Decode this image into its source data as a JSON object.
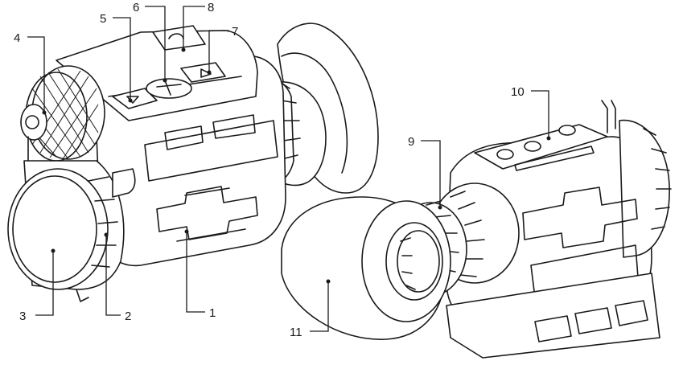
{
  "callouts": [
    {
      "id": "1",
      "text": "1"
    },
    {
      "id": "2",
      "text": "2"
    },
    {
      "id": "3",
      "text": "3"
    },
    {
      "id": "4",
      "text": "4"
    },
    {
      "id": "5",
      "text": "5"
    },
    {
      "id": "6",
      "text": "6"
    },
    {
      "id": "7",
      "text": "7"
    },
    {
      "id": "8",
      "text": "8"
    },
    {
      "id": "9",
      "text": "9"
    },
    {
      "id": "10",
      "text": "10"
    },
    {
      "id": "11",
      "text": "11"
    }
  ],
  "colors": {
    "line": "#1a1a1a",
    "background": "#ffffff"
  }
}
